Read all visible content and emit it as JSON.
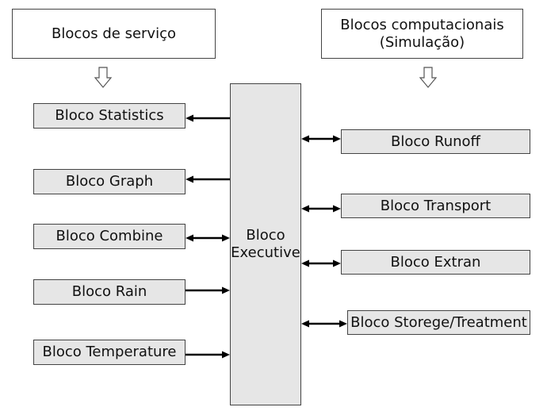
{
  "headers": {
    "service": "Blocos de serviço",
    "computational_line1": "Blocos computacionais",
    "computational_line2": "(Simulação)"
  },
  "executive": {
    "line1": "Bloco",
    "line2": "Executive"
  },
  "service_blocks": [
    {
      "label": "Bloco Statistics",
      "arrow": "to-service"
    },
    {
      "label": "Bloco Graph",
      "arrow": "to-service"
    },
    {
      "label": "Bloco Combine",
      "arrow": "bidirectional"
    },
    {
      "label": "Bloco Rain",
      "arrow": "to-executive"
    },
    {
      "label": "Bloco Temperature",
      "arrow": "to-executive"
    }
  ],
  "computational_blocks": [
    {
      "label": "Bloco Runoff",
      "arrow": "bidirectional"
    },
    {
      "label": "Bloco Transport",
      "arrow": "bidirectional"
    },
    {
      "label": "Bloco Extran",
      "arrow": "bidirectional"
    },
    {
      "label": "Bloco Storege/Treatment",
      "arrow": "bidirectional"
    }
  ],
  "colors": {
    "block_fill": "#e6e6e6",
    "header_fill": "#ffffff",
    "border": "#444444",
    "arrow": "#000000"
  }
}
